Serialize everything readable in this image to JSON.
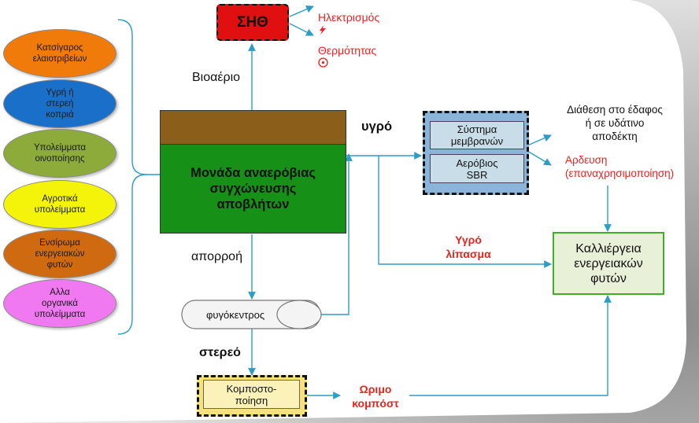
{
  "colors": {
    "arrow": "#2e9cc4",
    "red_text": "#e8231d",
    "chp_fill": "#e01010",
    "unit_top": "#8b5e1a",
    "unit_body": "#169016",
    "crop_fill": "#e8f0d8",
    "crop_border": "#3fae2a"
  },
  "inputs": [
    {
      "label": "Κατσίγαρος\nελαιοτριβείων",
      "color": "#f07a0a"
    },
    {
      "label": "Υγρή ή\nστερεή\nκοπριά",
      "color": "#1a70c8"
    },
    {
      "label": "Υπολείμματα\nοινοποίησης",
      "color": "#8cab3a"
    },
    {
      "label": "Αγροτικά\nυπολείμματα",
      "color": "#f4f40a"
    },
    {
      "label": "Ενσίρωμα\nενεργειακών\nφυτών",
      "color": "#d06a10"
    },
    {
      "label": "Αλλα\nοργανικά\nυπολείμματα",
      "color": "#f078f0"
    }
  ],
  "chp": {
    "label": "ΣΗΘ"
  },
  "outputs": {
    "electricity": "Ηλεκτρισμός",
    "heat": "Θερμότητας",
    "electricity_icon": "lightning-icon",
    "heat_icon": "sun-icon"
  },
  "unit": {
    "label": "Μονάδα αναερόβιας\nσυγχώνευσης\nαποβλήτων"
  },
  "flows": {
    "biogas": "Βιοαέριο",
    "liquid": "υγρό",
    "effluent": "απορροή",
    "solid": "στερεό",
    "liquid_fertilizer": "Υγρό\nλίπασμα",
    "mature_compost": "Ωριμο\nκομπόστ"
  },
  "treatment": {
    "membranes": "Σύστημα\nμεμβρανών",
    "sbr": "Αερόβιος\nSBR"
  },
  "disposal": "Διάθεση στο έδαφος\nή σε υδάτινο\nαποδέκτη",
  "irrigation": "Αρδευση\n(επαναχρησιμοποίηση)",
  "centrifuge": "φυγόκεντρος",
  "composting": "Κομποστο-\nποίηση",
  "crops": "Καλλιέργεια\nενεργειακών\nφυτών"
}
